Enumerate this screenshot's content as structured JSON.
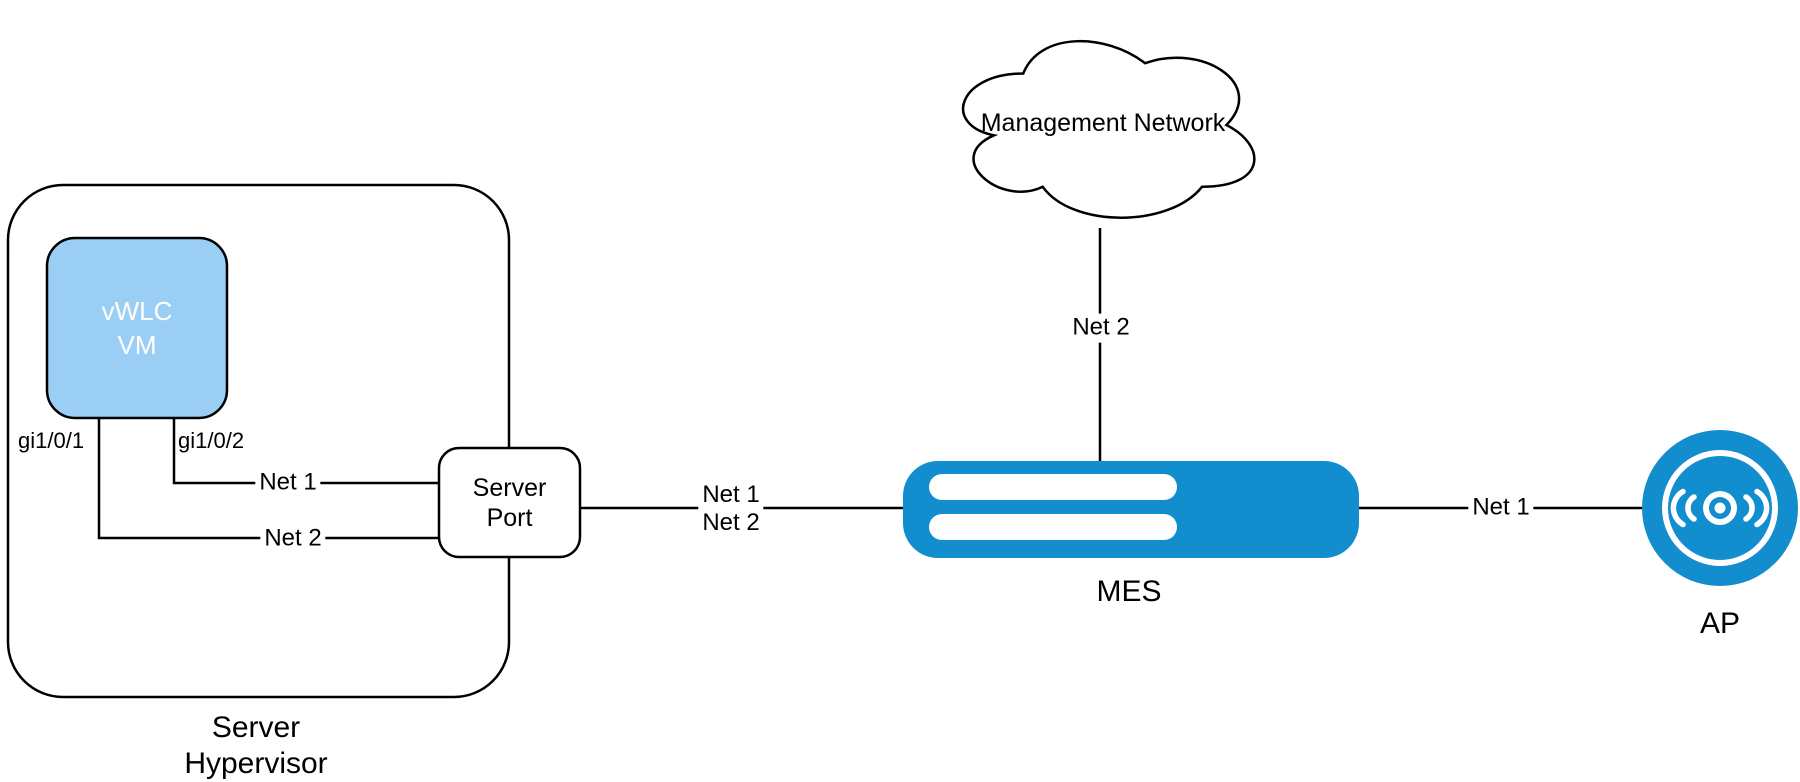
{
  "colors": {
    "device_blue": "#128dce",
    "vm_blue": "#9bcef5",
    "line_black": "#000000",
    "background": "#ffffff"
  },
  "nodes": {
    "hypervisor": {
      "line1": "Server",
      "line2": "Hypervisor"
    },
    "vwlc_vm": {
      "line1": "vWLC",
      "line2": "VM"
    },
    "server_port": {
      "line1": "Server",
      "line2": "Port"
    },
    "management_cloud": {
      "label": "Management Network"
    },
    "mes": {
      "label": "MES"
    },
    "ap": {
      "label": "AP"
    }
  },
  "interfaces": {
    "gi1": "gi1/0/1",
    "gi2": "gi1/0/2"
  },
  "links": {
    "vwlc_to_serverport_net1": "Net 1",
    "vwlc_to_serverport_net2": "Net 2",
    "serverport_to_mes_net1": "Net 1",
    "serverport_to_mes_net2": "Net 2",
    "cloud_to_mes_net2": "Net 2",
    "mes_to_ap_net1": "Net 1"
  }
}
